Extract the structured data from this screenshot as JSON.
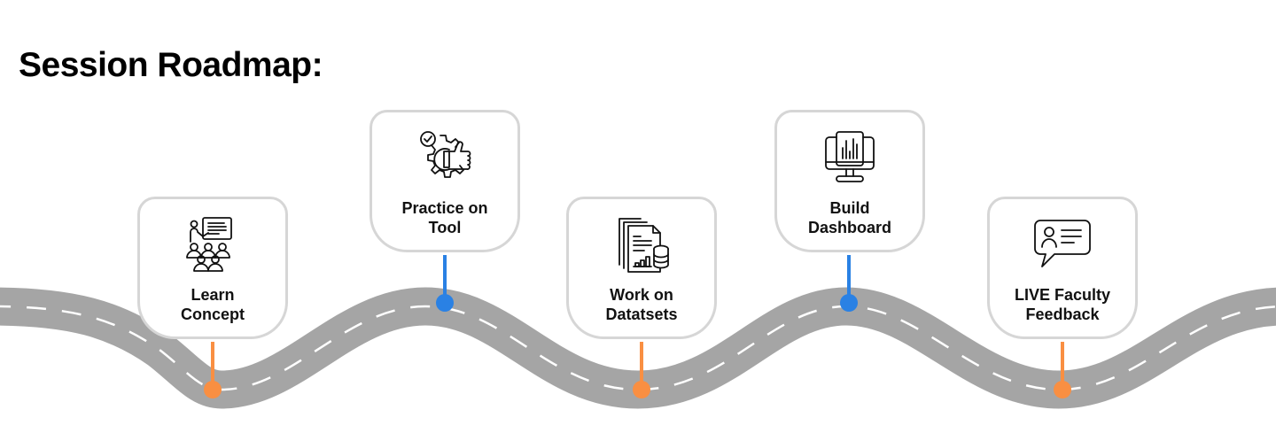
{
  "title": "Session Roadmap:",
  "colors": {
    "road": "#a5a5a5",
    "lane_marking": "#ffffff",
    "card_border": "#d6d6d6",
    "orange": "#f98f42",
    "blue": "#2a81e4"
  },
  "steps": [
    {
      "label_line1": "Learn",
      "label_line2": "Concept",
      "icon": "presentation-classroom-icon",
      "marker_color": "orange",
      "position": "below-road-trough"
    },
    {
      "label_line1": "Practice on",
      "label_line2": "Tool",
      "icon": "gear-thumbs-up-icon",
      "marker_color": "blue",
      "position": "above-road-peak"
    },
    {
      "label_line1": "Work on",
      "label_line2": "Datatsets",
      "icon": "documents-database-icon",
      "marker_color": "orange",
      "position": "below-road-trough"
    },
    {
      "label_line1": "Build",
      "label_line2": "Dashboard",
      "icon": "monitor-chart-icon",
      "marker_color": "blue",
      "position": "above-road-peak"
    },
    {
      "label_line1": "LIVE Faculty",
      "label_line2": "Feedback",
      "icon": "chat-user-icon",
      "marker_color": "orange",
      "position": "below-road-trough"
    }
  ]
}
